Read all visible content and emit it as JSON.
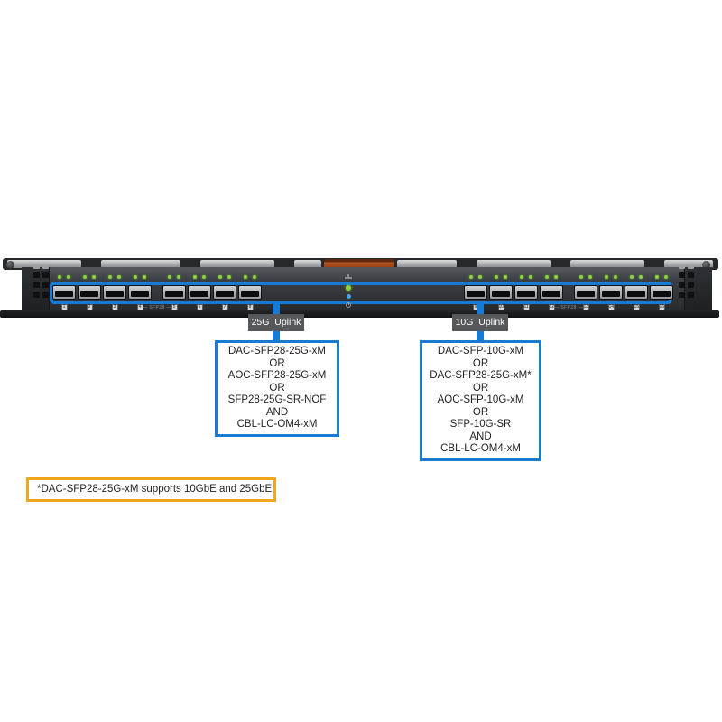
{
  "figure": {
    "type": "switch-front-panel-diagram",
    "switch": {
      "port_groups": [
        {
          "side": "left",
          "label": "SFP28",
          "ports": [
            "1",
            "2",
            "3",
            "4",
            "5",
            "6",
            "7",
            "8"
          ]
        },
        {
          "side": "right",
          "label": "SFP28",
          "ports": [
            "9",
            "10",
            "11",
            "12",
            "13",
            "14",
            "15",
            "16"
          ]
        }
      ],
      "status_leds": [
        {
          "name": "locator-icon"
        },
        {
          "name": "status-led-green"
        },
        {
          "name": "beacon-led-blue"
        },
        {
          "name": "power-icon"
        }
      ]
    },
    "callouts": [
      {
        "id": "uplink-25g",
        "label": "25G  Uplink",
        "options": [
          "DAC-SFP28-25G-xM",
          "OR",
          "AOC-SFP28-25G-xM",
          "OR",
          "SFP28-25G-SR-NOF",
          "AND",
          "CBL-LC-OM4-xM"
        ]
      },
      {
        "id": "uplink-10g",
        "label": "10G  Uplink",
        "options": [
          "DAC-SFP-10G-xM",
          "OR",
          "DAC-SFP28-25G-xM*",
          "OR",
          "AOC-SFP-10G-xM",
          "OR",
          "SFP-10G-SR",
          "AND",
          "CBL-LC-OM4-xM"
        ]
      }
    ],
    "footnote": "*DAC-SFP28-25G-xM supports 10GbE and 25GbE",
    "colors": {
      "highlight_blue": "#177bd6",
      "label_gray": "#57585a",
      "footnote_orange": "#f2a61f",
      "led_green": "#8ed23f",
      "led_blue": "#41a6ea",
      "chassis_dark": "#36393e",
      "tab_orange": "#b5531f"
    }
  }
}
